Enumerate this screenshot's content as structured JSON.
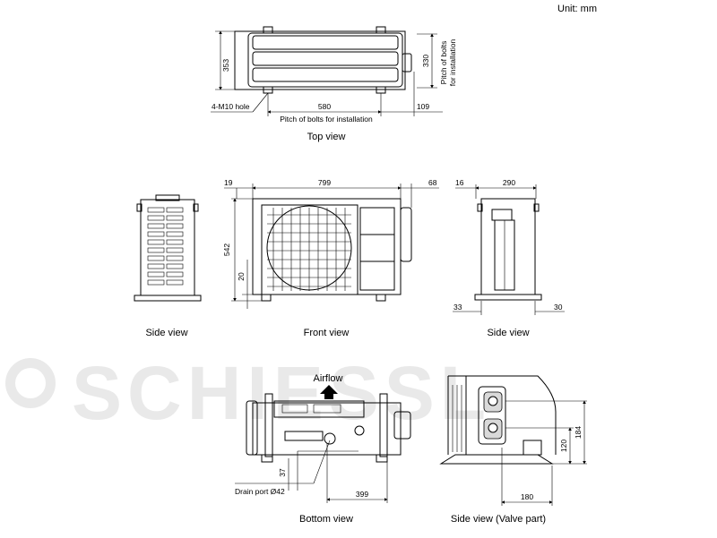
{
  "unit_label": "Unit: mm",
  "watermark": "SCHIESSL",
  "views": {
    "top": {
      "title": "Top view",
      "dim_depth": "353",
      "dim_pitch_v": "330",
      "pitch_v_label_1": "Pitch of bolts",
      "pitch_v_label_2": "for installation",
      "hole_label": "4-M10 hole",
      "dim_pitch_h": "580",
      "dim_right": "109",
      "pitch_h_label": "Pitch of bolts for installation"
    },
    "side_left": {
      "title": "Side view"
    },
    "front": {
      "title": "Front view",
      "dim_left": "19",
      "dim_width": "799",
      "dim_right": "68",
      "dim_height": "542",
      "dim_foot": "20"
    },
    "side_right": {
      "title": "Side view",
      "dim_left": "16",
      "dim_width": "290",
      "dim_bot_left": "33",
      "dim_bot_right": "30"
    },
    "bottom": {
      "title": "Bottom view",
      "airflow": "Airflow",
      "drain_label": "Drain port Ø42",
      "dim_37": "37",
      "dim_399": "399"
    },
    "valve": {
      "title": "Side view (Valve part)",
      "dim_120": "120",
      "dim_184": "184",
      "dim_180": "180"
    }
  },
  "colors": {
    "line": "#000000",
    "watermark": "#e9e9e9"
  }
}
